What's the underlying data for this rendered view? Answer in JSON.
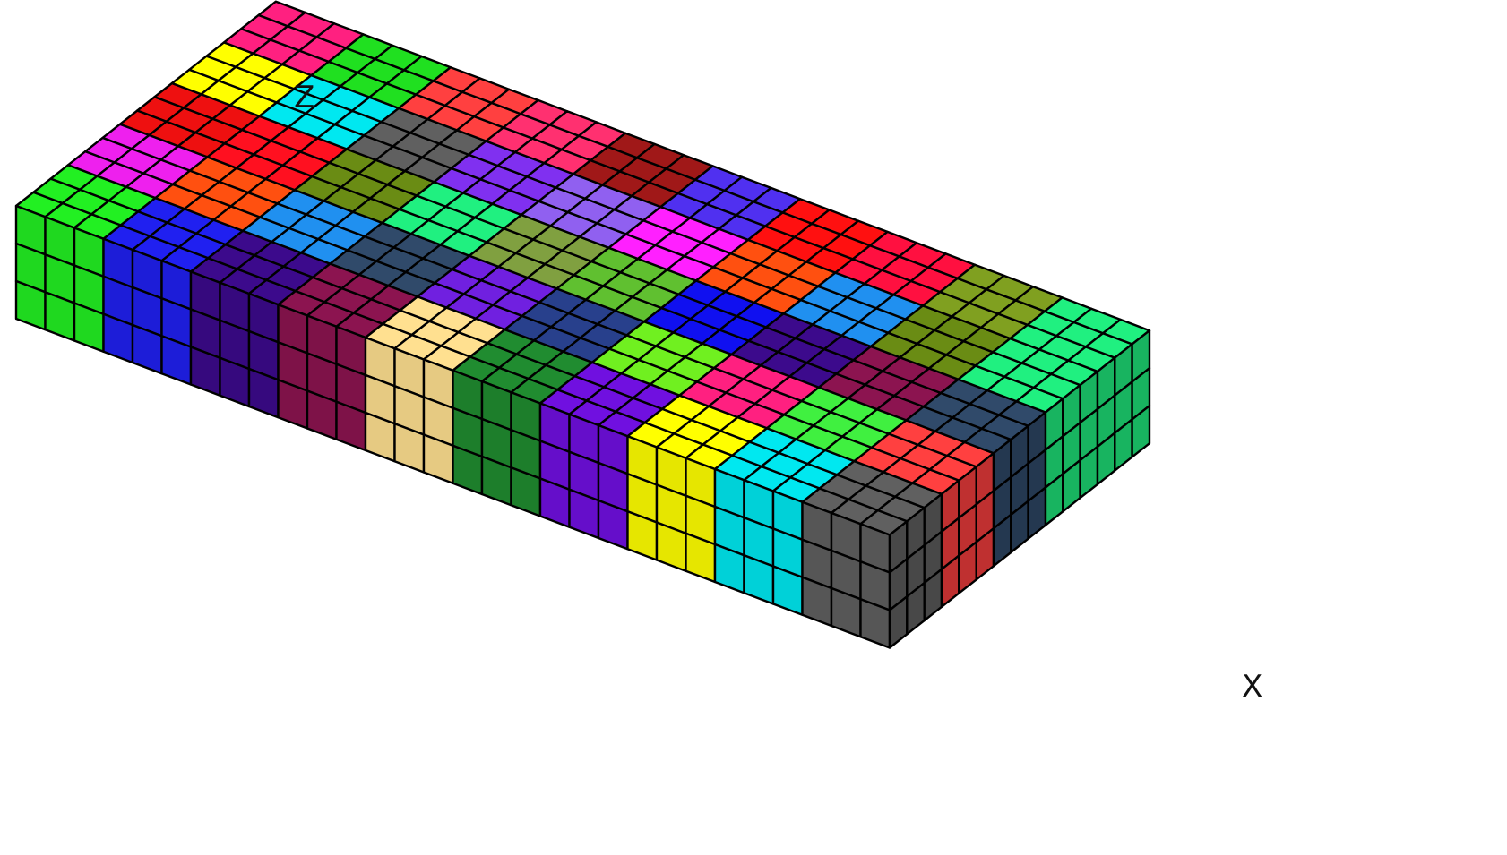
{
  "axis_labels": {
    "z": "Z",
    "x": "X"
  },
  "model": {
    "grid": {
      "long_cells": 30,
      "short_cells": 15,
      "layers": 3
    },
    "block_size": 3,
    "grid_line_color": "#000000",
    "top_blocks": [
      [
        "#22f022",
        "#2020f0",
        "#3c0a8c",
        "#8c1450",
        "#ffe090",
        "#208c30",
        "#7010e0",
        "#ffff00",
        "#00e8f0",
        "#606060"
      ],
      [
        "#ee20ee",
        "#ff5010",
        "#2090f0",
        "#304a6a",
        "#7020e0",
        "#28408c",
        "#70f020",
        "#ff2080",
        "#40f040",
        "#ff4040"
      ],
      [
        "#ee1010",
        "#ff1020",
        "#6a8c14",
        "#20f080",
        "#80a040",
        "#60c030",
        "#1010f0",
        "#3c0a8c",
        "#8c1450",
        "#304a6a"
      ],
      [
        "#ffff00",
        "#00e8f0",
        "#606060",
        "#8030f0",
        "#9060f0",
        "#ff20ff",
        "#ff5010",
        "#2090f0",
        "#6a8c14",
        "#20f080"
      ],
      [
        "#ff2080",
        "#20e020",
        "#ff4040",
        "#ff3070",
        "#a01818",
        "#5030f0",
        "#ff1010",
        "#ff1040",
        "#80a020",
        "#20f080"
      ]
    ]
  }
}
